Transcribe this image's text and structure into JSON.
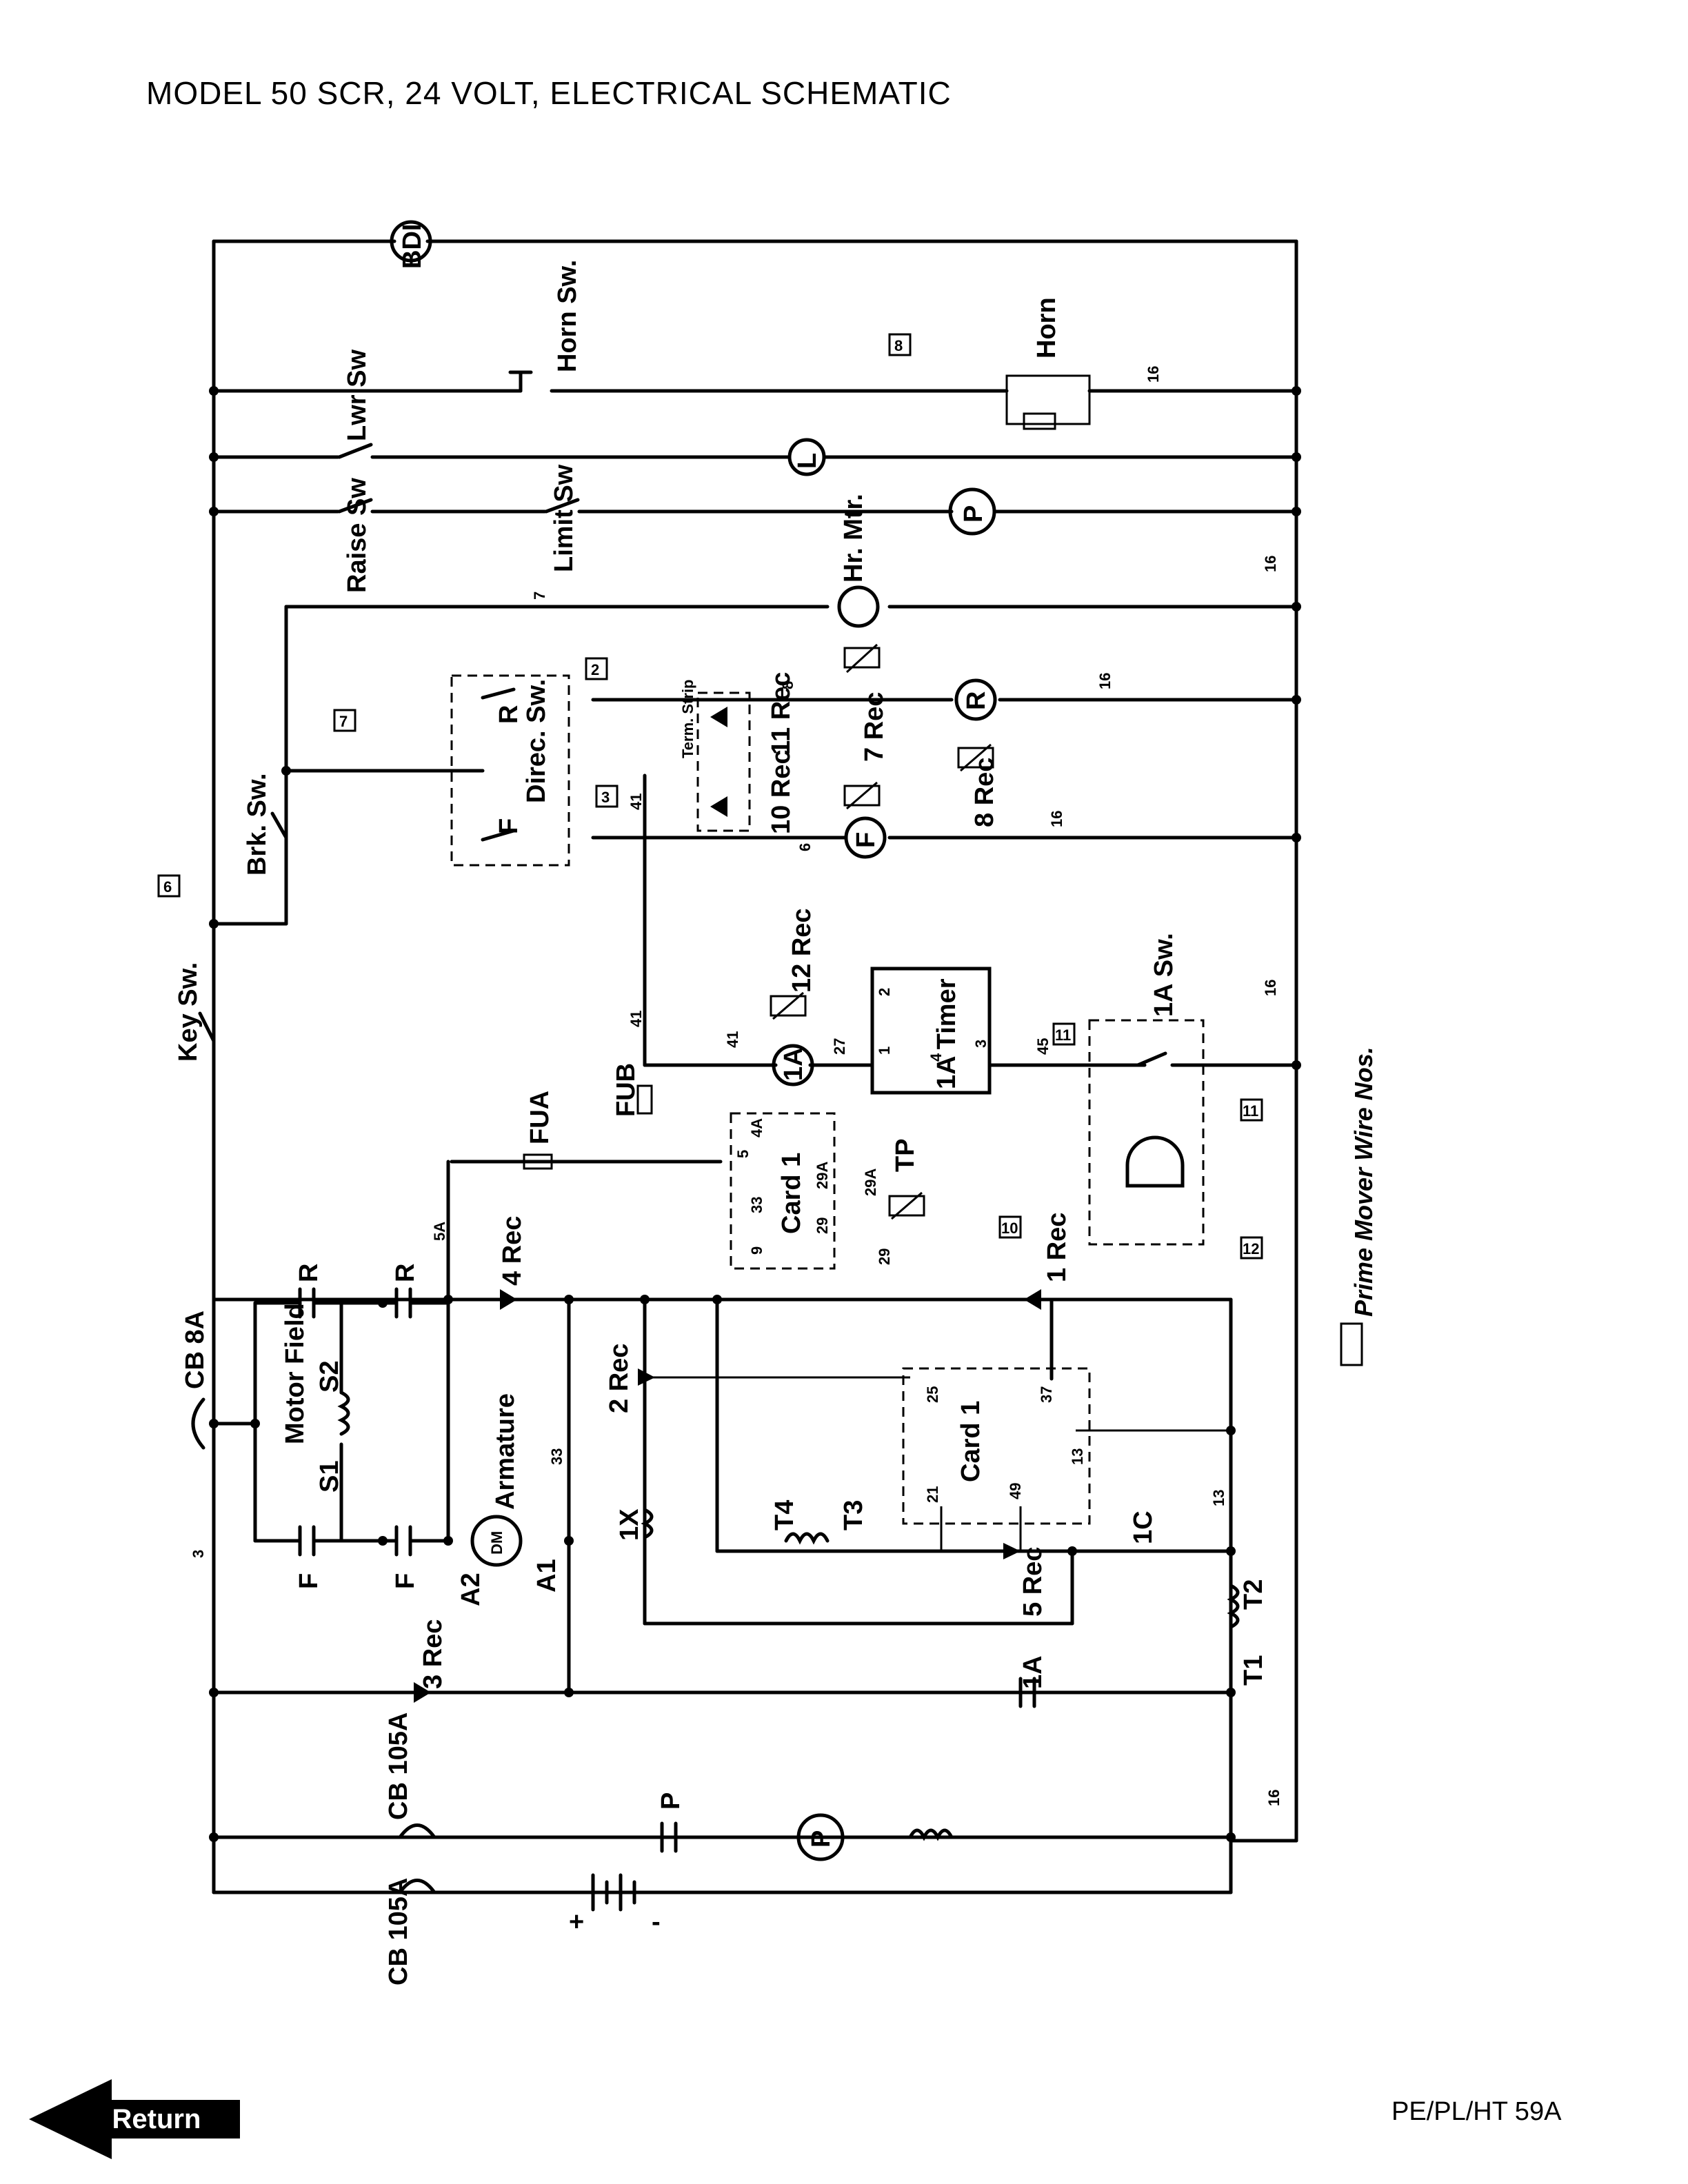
{
  "title": "MODEL 50 SCR, 24 VOLT, ELECTRICAL SCHEMATIC",
  "return_label": "Return",
  "doc_code": "PE/PL/HT 59A",
  "legend_text": "Prime Mover Wire Nos.",
  "labels": {
    "bdi": "BDI",
    "horn_sw": "Horn Sw.",
    "horn": "Horn",
    "lwr_sw": "Lwr Sw",
    "l_lamp": "L",
    "raise_sw": "Raise Sw",
    "limit_sw": "Limit Sw",
    "p_pump": "P",
    "hr_mtr": "Hr. Mtr.",
    "direc_sw": "Direc. Sw.",
    "r_dir": "R",
    "f_dir": "F",
    "term_strip": "Term. Strip",
    "rec_11": "11 Rec",
    "rec_10": "10 Rec",
    "rec_7": "7 Rec",
    "rec_8": "8 Rec",
    "r_coil": "R",
    "f_coil": "F",
    "brk_sw": "Brk. Sw.",
    "key_sw": "Key Sw.",
    "rec_12": "12 Rec",
    "timer": "1A Timer",
    "ia_coil": "1A",
    "ia_sw": "1A Sw.",
    "fub": "FUB",
    "fua": "FUA",
    "card1_top": "Card 1",
    "tp": "TP",
    "rec_4": "4 Rec",
    "r_contact_1": "R",
    "r_contact_2": "R",
    "rec_1": "1 Rec",
    "cb_8a": "CB 8A",
    "motor_field": "Motor Field",
    "s1": "S1",
    "s2": "S2",
    "rec_2": "2 Rec",
    "card1_bottom": "Card 1",
    "armature": "Armature",
    "dm": "DM",
    "f_contact_1": "F",
    "f_contact_2": "F",
    "a2": "A2",
    "a1": "A1",
    "ix": "1X",
    "t4": "T4",
    "t3": "T3",
    "rec_5": "5 Rec",
    "ic": "1C",
    "t2": "T2",
    "t1": "T1",
    "rec_3": "3 Rec",
    "ia_contact": "1A",
    "cb_105a_top": "CB 105A",
    "p_contact": "P",
    "p_motor": "P",
    "cb_105a_bottom": "CB 105A",
    "plus": "+",
    "minus": "-"
  },
  "wire_numbers": {
    "w16_a": "16",
    "w16_b": "16",
    "w16_c": "16",
    "w16_d": "16",
    "w16_e": "16",
    "w16_f": "16",
    "w7": "7",
    "w8": "8",
    "w6": "6",
    "w41_a": "41",
    "w41_b": "41",
    "w41_c": "41",
    "w27": "27",
    "w5a": "5A",
    "w3": "3",
    "w33": "33",
    "w13": "13",
    "w29": "29",
    "w29a": "29A",
    "w45": "45"
  },
  "pin_numbers": {
    "timer_2": "2",
    "timer_1": "1",
    "timer_4": "4",
    "timer_3": "3",
    "card_5": "5",
    "card_4a": "4A",
    "card_33": "33",
    "card_29": "29",
    "card_29a": "29A",
    "card_9": "9",
    "card_25": "25",
    "card_37": "37",
    "card_13": "13",
    "card_21": "21",
    "card_49": "49"
  },
  "prime_mover_tags": [
    "8",
    "2",
    "7",
    "3",
    "6",
    "11",
    "11",
    "10",
    "12"
  ]
}
